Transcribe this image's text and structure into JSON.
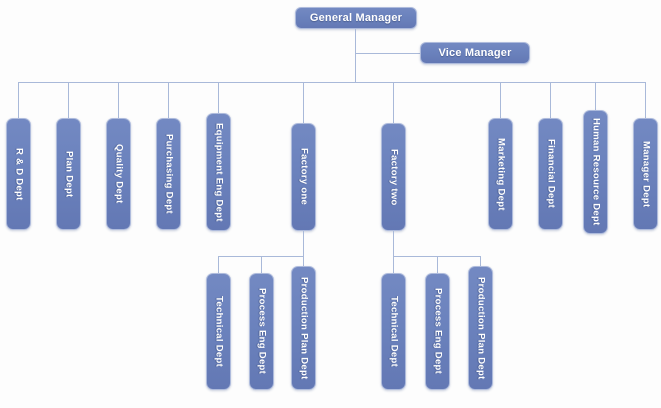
{
  "chart_data": {
    "type": "diagram",
    "title": "Organizational Structure Chart",
    "orientation": "top-down",
    "colors": {
      "node_fill": "#6B82BD",
      "node_border": "#AEBBDC",
      "node_text": "#FFFFFF",
      "connector": "#A9B9D9",
      "background": "#FDFDFD"
    },
    "levels": [
      {
        "level": 1,
        "nodes": [
          "General Manager",
          "Vice Manager"
        ]
      },
      {
        "level": 2,
        "nodes": [
          "R & D Dept",
          "Plan Dept",
          "Quality Dept",
          "Purchasing Dept",
          "Equipment Eng Dept",
          "Factory one",
          "Factory two",
          "Marketing Dept",
          "Financial Dept",
          "Human Resource Dept",
          "Manager Dept"
        ]
      },
      {
        "level": 3,
        "nodes": [
          "Technical Dept",
          "Process Eng Dept",
          "Production Plan Dept",
          "Technical Dept",
          "Process Eng Dept",
          "Production Plan Dept"
        ]
      }
    ],
    "edges": [
      {
        "from": "General Manager",
        "to": "Vice Manager"
      },
      {
        "from": "General Manager",
        "to": "R & D Dept"
      },
      {
        "from": "General Manager",
        "to": "Plan Dept"
      },
      {
        "from": "General Manager",
        "to": "Quality Dept"
      },
      {
        "from": "General Manager",
        "to": "Purchasing Dept"
      },
      {
        "from": "General Manager",
        "to": "Equipment Eng Dept"
      },
      {
        "from": "General Manager",
        "to": "Factory one"
      },
      {
        "from": "General Manager",
        "to": "Factory two"
      },
      {
        "from": "General Manager",
        "to": "Marketing Dept"
      },
      {
        "from": "General Manager",
        "to": "Financial Dept"
      },
      {
        "from": "General Manager",
        "to": "Human Resource Dept"
      },
      {
        "from": "General Manager",
        "to": "Manager Dept"
      },
      {
        "from": "Factory one",
        "to": "Technical Dept"
      },
      {
        "from": "Factory one",
        "to": "Process Eng Dept"
      },
      {
        "from": "Factory one",
        "to": "Production Plan Dept"
      },
      {
        "from": "Factory two",
        "to": "Technical Dept"
      },
      {
        "from": "Factory two",
        "to": "Process Eng Dept"
      },
      {
        "from": "Factory two",
        "to": "Production Plan Dept"
      }
    ]
  },
  "top": {
    "general_manager": "General Manager",
    "vice_manager": "Vice Manager"
  },
  "departments": [
    {
      "label": "R & D Dept"
    },
    {
      "label": "Plan Dept"
    },
    {
      "label": "Quality Dept"
    },
    {
      "label": "Purchasing Dept"
    },
    {
      "label": "Equipment Eng Dept"
    },
    {
      "label": "Factory one"
    },
    {
      "label": "Factory two"
    },
    {
      "label": "Marketing Dept"
    },
    {
      "label": "Financial Dept"
    },
    {
      "label": "Human Resource Dept"
    },
    {
      "label": "Manager Dept"
    }
  ],
  "factory_one_subs": [
    {
      "label": "Technical Dept"
    },
    {
      "label": "Process Eng Dept"
    },
    {
      "label": "Production Plan Dept"
    }
  ],
  "factory_two_subs": [
    {
      "label": "Technical Dept"
    },
    {
      "label": "Process Eng Dept"
    },
    {
      "label": "Production Plan Dept"
    }
  ]
}
